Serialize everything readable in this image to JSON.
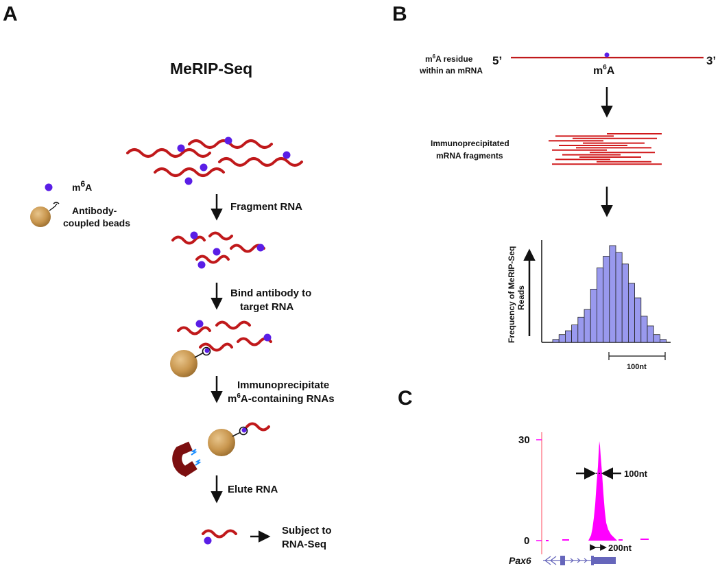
{
  "panel_a": {
    "letter": "A",
    "title": "MeRIP-Seq",
    "legend": {
      "m6a_pre": "m",
      "m6a_sup": "6",
      "m6a_post": "A",
      "beads_line1": "Antibody-",
      "beads_line2": "coupled beads"
    },
    "steps": {
      "fragment": "Fragment RNA",
      "bind_line1": "Bind antibody to",
      "bind_line2": "target RNA",
      "ip_line1": "Immunoprecipitate",
      "ip_line2_pre": "m",
      "ip_line2_sup": "6",
      "ip_line2_post": "A-containing RNAs",
      "elute": "Elute RNA",
      "subject_line1": "Subject to",
      "subject_line2": "RNA-Seq"
    }
  },
  "panel_b": {
    "letter": "B",
    "residue_line1_pre": "m",
    "residue_line1_sup": "6",
    "residue_line1_post": "A residue",
    "residue_line2": "within an mRNA",
    "five_prime": "5’",
    "three_prime": "3’",
    "m6a_pre": "m",
    "m6a_sup": "6",
    "m6a_post": "A",
    "fragments_line1": "Immunoprecipitated",
    "fragments_line2": "mRNA fragments",
    "histogram": {
      "ylabel_line1": "Frequency of MeRIP-Seq",
      "ylabel_line2": "Reads",
      "scale_label": "100nt",
      "bar_color": "#9999ee",
      "relative_heights": [
        0.03,
        0.08,
        0.12,
        0.18,
        0.26,
        0.34,
        0.55,
        0.77,
        0.89,
        1.0,
        0.93,
        0.81,
        0.61,
        0.46,
        0.27,
        0.17,
        0.08,
        0.03
      ]
    }
  },
  "panel_c": {
    "letter": "C",
    "y_max_label": "30",
    "y_min_label": "0",
    "peak_width_label": "100nt",
    "scale_label": "200nt",
    "gene_label": "Pax6",
    "track_color": "#ff00ff",
    "gene_color": "#6666bb"
  },
  "colors": {
    "rna": "#c0191b",
    "m6a": "#5a1ee6",
    "bead": "#c9974f",
    "magnet": "#8b1010"
  }
}
